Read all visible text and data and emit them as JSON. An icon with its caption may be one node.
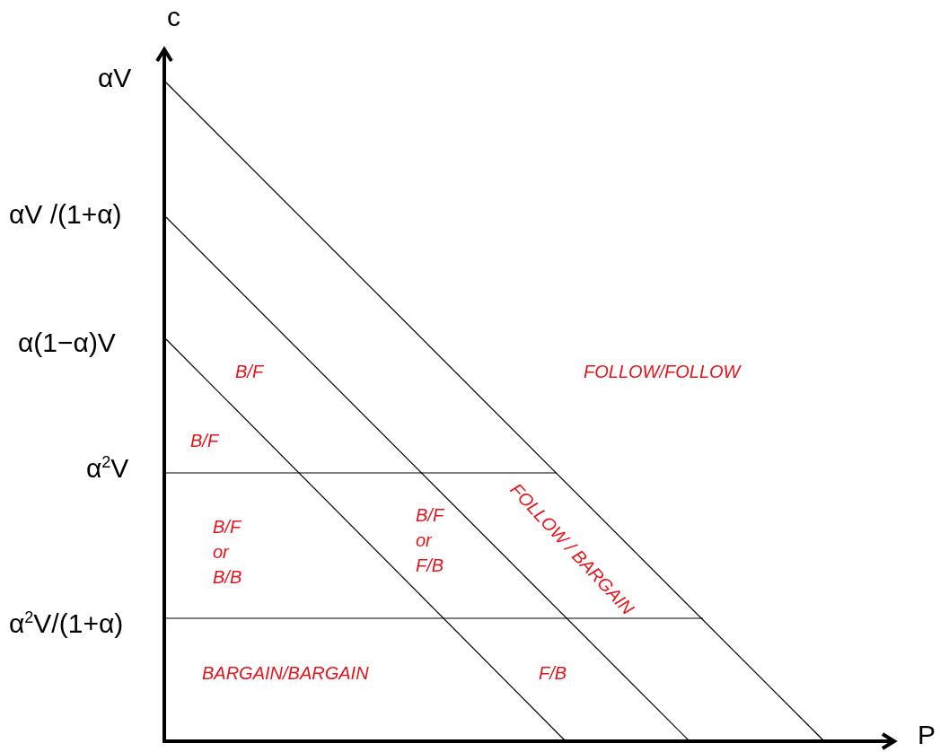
{
  "diagram": {
    "labels": [
      "c",
      "αV",
      "αV /(1+α)",
      "α(1−α)V",
      "B/F",
      "FOLLOW/FOLLOW",
      "B/F",
      "α$^{2}$V",
      "FOLLOW / BARGAIN",
      "B/F or B/B",
      "B/F or F/B",
      "α$^{2}$V/(1+α)",
      "BARGAIN/BARGAIN",
      "F/B",
      "P"
    ]
  }
}
